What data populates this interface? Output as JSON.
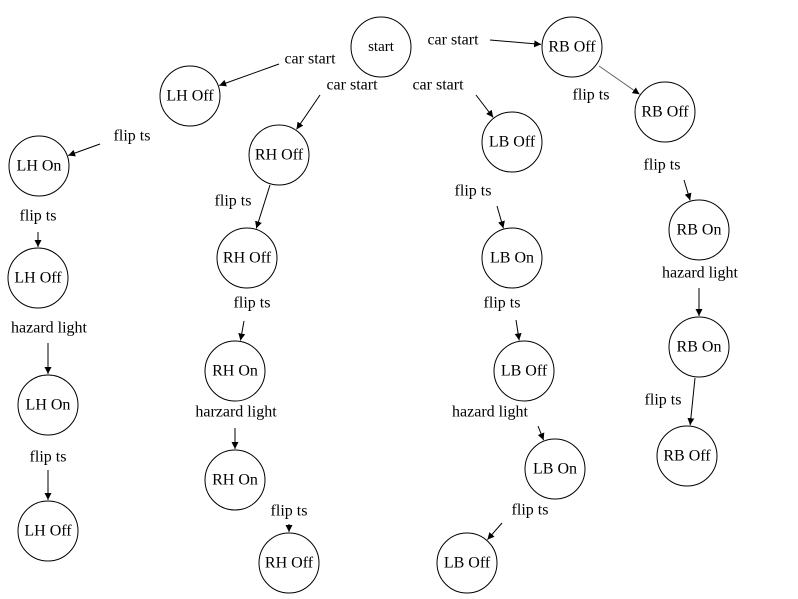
{
  "colors": {
    "stroke": "#000000",
    "stroke_alt": "#666666",
    "background": "#ffffff"
  },
  "nodes": [
    {
      "id": "start",
      "label": "start"
    },
    {
      "id": "lh_off_1",
      "label": "LH Off"
    },
    {
      "id": "lh_on_1",
      "label": "LH On"
    },
    {
      "id": "lh_off_2",
      "label": "LH Off"
    },
    {
      "id": "lh_on_2",
      "label": "LH On"
    },
    {
      "id": "lh_off_3",
      "label": "LH Off"
    },
    {
      "id": "rh_off_1",
      "label": "RH Off"
    },
    {
      "id": "rh_off_2",
      "label": "RH Off"
    },
    {
      "id": "rh_on_1",
      "label": "RH On"
    },
    {
      "id": "rh_on_2",
      "label": "RH On"
    },
    {
      "id": "rh_off_3",
      "label": "RH Off"
    },
    {
      "id": "lb_off_1",
      "label": "LB Off"
    },
    {
      "id": "lb_on_1",
      "label": "LB On"
    },
    {
      "id": "lb_off_2",
      "label": "LB Off"
    },
    {
      "id": "lb_on_2",
      "label": "LB On"
    },
    {
      "id": "lb_off_3",
      "label": "LB Off"
    },
    {
      "id": "rb_off_1",
      "label": "RB Off"
    },
    {
      "id": "rb_off_2",
      "label": "RB Off"
    },
    {
      "id": "rb_on_1",
      "label": "RB On"
    },
    {
      "id": "rb_on_2",
      "label": "RB On"
    },
    {
      "id": "rb_off_3",
      "label": "RB Off"
    }
  ],
  "edges": [
    {
      "from": "start",
      "to": "lh_off_1",
      "label": "car start"
    },
    {
      "from": "lh_off_1",
      "to": "lh_on_1",
      "label": "flip ts"
    },
    {
      "from": "lh_on_1",
      "to": "lh_off_2",
      "label": "flip ts"
    },
    {
      "from": "lh_off_2",
      "to": "lh_on_2",
      "label": "hazard light"
    },
    {
      "from": "lh_on_2",
      "to": "lh_off_3",
      "label": "flip ts"
    },
    {
      "from": "start",
      "to": "rh_off_1",
      "label": "car start"
    },
    {
      "from": "rh_off_1",
      "to": "rh_off_2",
      "label": "flip ts"
    },
    {
      "from": "rh_off_2",
      "to": "rh_on_1",
      "label": "flip ts"
    },
    {
      "from": "rh_on_1",
      "to": "rh_on_2",
      "label": "harzard light"
    },
    {
      "from": "rh_on_2",
      "to": "rh_off_3",
      "label": "flip ts"
    },
    {
      "from": "start",
      "to": "lb_off_1",
      "label": "car start"
    },
    {
      "from": "lb_off_1",
      "to": "lb_on_1",
      "label": "flip ts"
    },
    {
      "from": "lb_on_1",
      "to": "lb_off_2",
      "label": "flip ts"
    },
    {
      "from": "lb_off_2",
      "to": "lb_on_2",
      "label": "hazard light"
    },
    {
      "from": "lb_on_2",
      "to": "lb_off_3",
      "label": "flip ts"
    },
    {
      "from": "start",
      "to": "rb_off_1",
      "label": "car start"
    },
    {
      "from": "rb_off_1",
      "to": "rb_off_2",
      "label": "flip ts"
    },
    {
      "from": "rb_off_2",
      "to": "rb_on_1",
      "label": "flip ts"
    },
    {
      "from": "rb_on_1",
      "to": "rb_on_2",
      "label": "hazard light"
    },
    {
      "from": "rb_on_2",
      "to": "rb_off_3",
      "label": "flip ts"
    }
  ]
}
